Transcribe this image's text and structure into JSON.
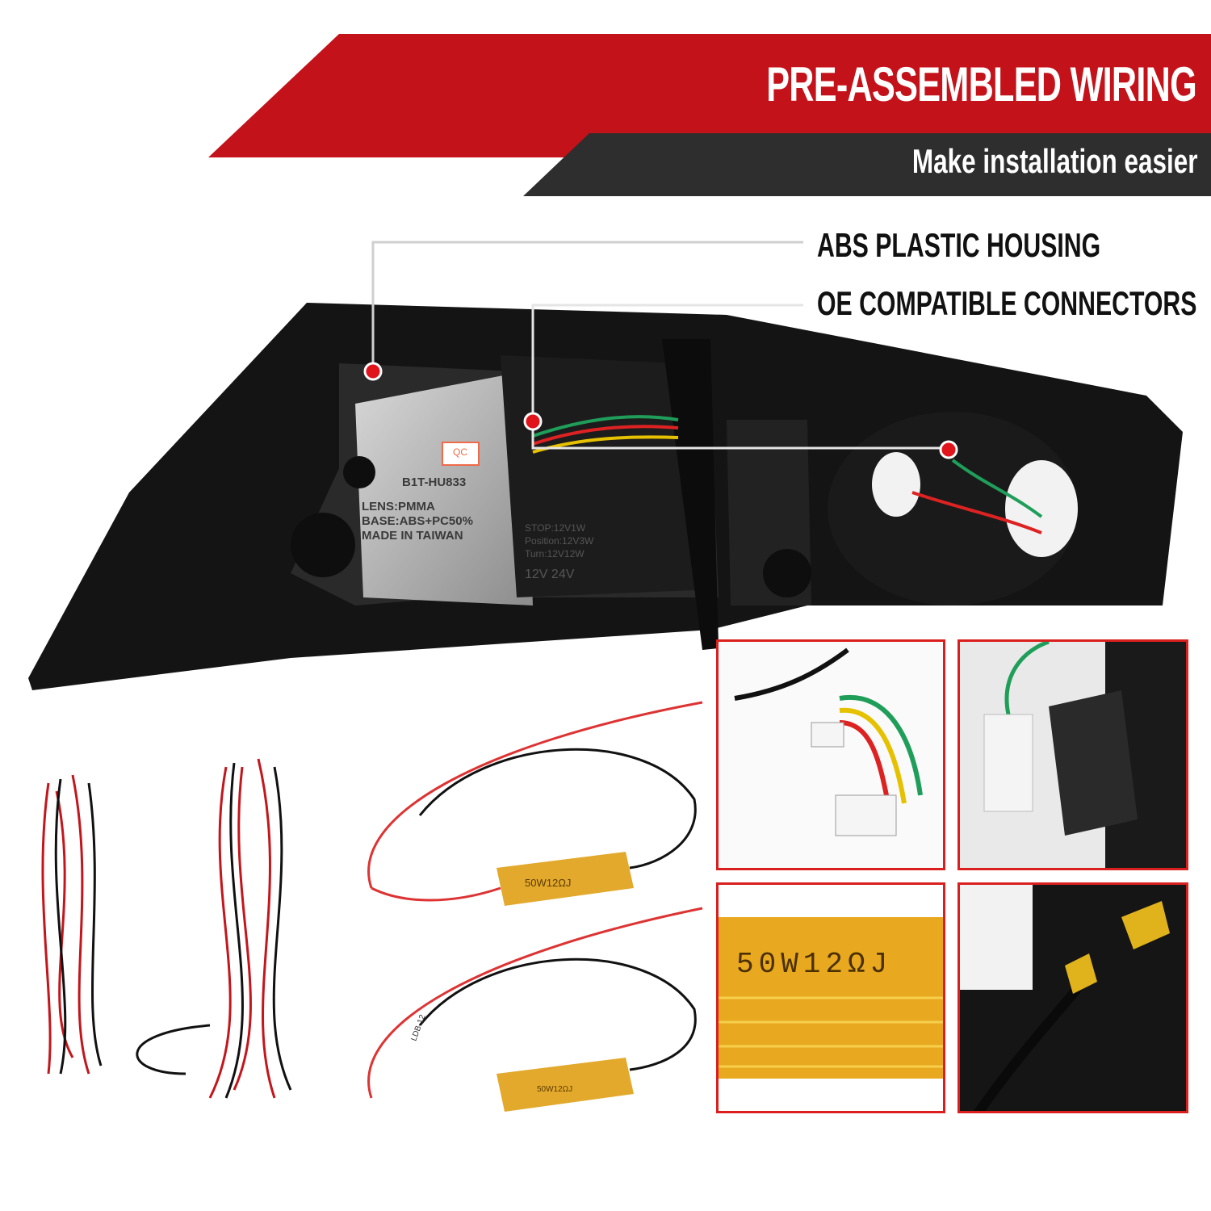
{
  "header": {
    "title": "PRE-ASSEMBLED WIRING",
    "subtitle": "Make installation easier"
  },
  "callouts": [
    {
      "label": "ABS PLASTIC HOUSING"
    },
    {
      "label": "OE COMPATIBLE CONNECTORS"
    }
  ],
  "housing_labels": {
    "qc": "QC",
    "part_number": "B1T-HU833",
    "lens": "LENS:PMMA",
    "base": "BASE:ABS+PC50%",
    "origin": "MADE IN TAIWAN",
    "stop": "STOP:12V1W",
    "position": "Position:12V3W",
    "turn": "Turn:12V12W",
    "voltage": "12V   24V"
  },
  "resistor": {
    "marking": "50W12ΩJ",
    "tag": "LDB-12"
  },
  "colors": {
    "banner_red": "#c4121a",
    "banner_dark": "#2e2e2e",
    "inset_border": "#d9201f",
    "dot_red": "#e0151c"
  }
}
